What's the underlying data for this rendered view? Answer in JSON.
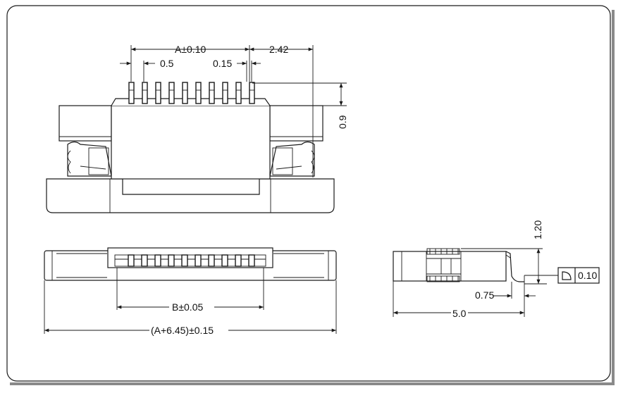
{
  "top_view": {
    "dim_a": "A±0.10",
    "dim_pitch": "0.5",
    "dim_pin_width": "0.15",
    "dim_offset": "2.42",
    "dim_height": "0.9"
  },
  "front_view": {
    "dim_b": "B±0.05",
    "dim_total": "(A+6.45)±0.15"
  },
  "side_view": {
    "dim_height": "1.20",
    "dim_depth": "0.75",
    "dim_length": "5.0",
    "flatness_value": "0.10"
  },
  "colors": {
    "line": "#1a1a1a",
    "frame_shadow": "#8a8a8a"
  }
}
